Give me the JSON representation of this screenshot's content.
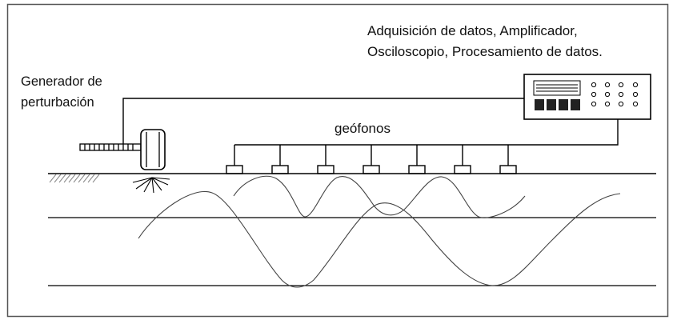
{
  "labels": {
    "acquisition_line1": "Adquisición de datos, Amplificador,",
    "acquisition_line2": "Osciloscopio, Procesamiento de datos.",
    "generator_line1": "Generador de",
    "generator_line2": "perturbación",
    "geophones": "geófonos"
  }
}
